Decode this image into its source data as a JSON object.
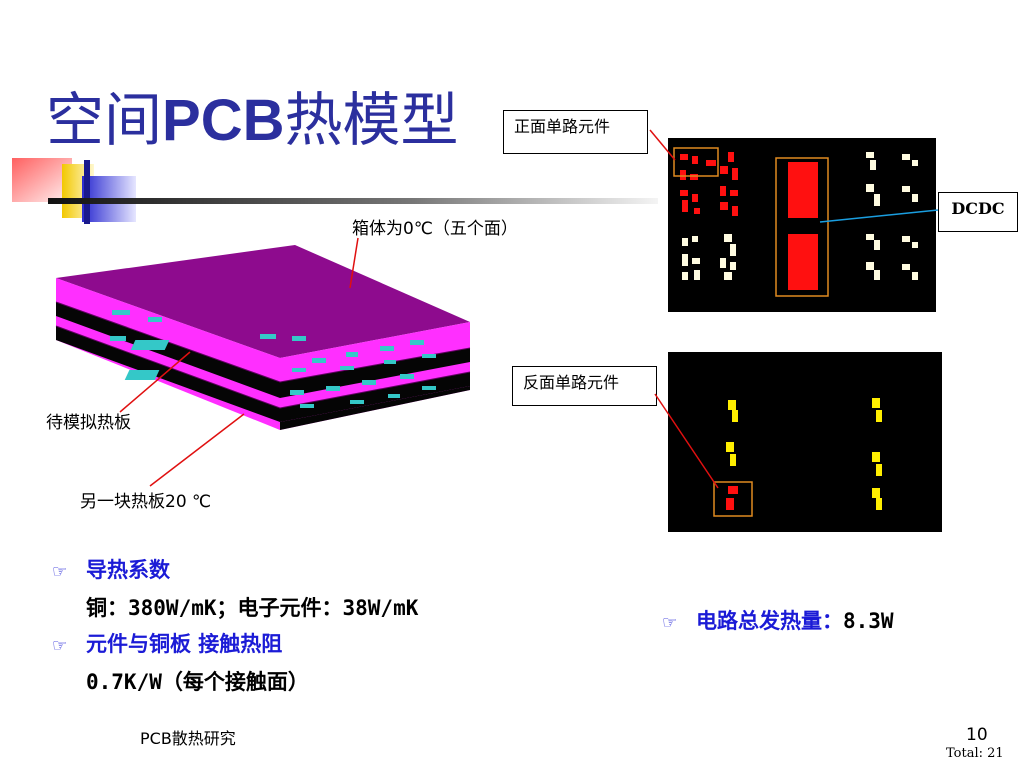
{
  "title": {
    "part1": "空间",
    "part2": "PCB",
    "part3": "热模型"
  },
  "callouts": {
    "front": "正面单路元件",
    "dcdc": "DCDC",
    "back": "反面单路元件"
  },
  "model_labels": {
    "box": "箱体为0℃（五个面）",
    "sim_board": "待模拟热板",
    "other_board": "另一块热板20 ℃"
  },
  "bullets": {
    "b1_title": "导热系数",
    "b1_value": "铜：380W/mK；电子元件：38W/mK",
    "b2_title": "元件与铜板 接触热阻",
    "b2_value": "0.7K/W（每个接触面）",
    "b3_title": "电路总发热量：",
    "b3_value": "8.3W"
  },
  "footer": {
    "text": "PCB散热研究",
    "page": "10",
    "total": "Total: 21"
  },
  "colors": {
    "title": "#2b2f9e",
    "bullet": "#1b1bd6",
    "box_top": "#8e0b8e",
    "box_side": "#ff2fff",
    "components": "#34c8c8"
  }
}
